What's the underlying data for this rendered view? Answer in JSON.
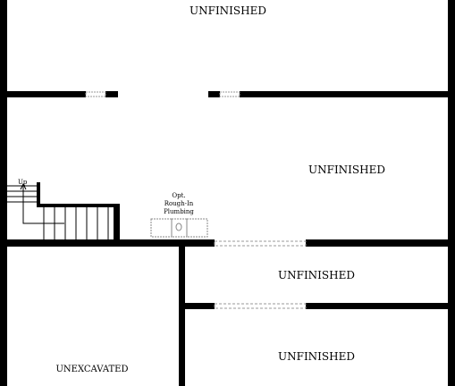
{
  "rooms": {
    "top": "UNFINISHED",
    "middle_right": "UNFINISHED",
    "lower_right": "UNFINISHED",
    "bottom_right": "UNFINISHED",
    "bottom_left": "UNEXCAVATED"
  },
  "stairs": {
    "up_label": "Up"
  },
  "plumbing": {
    "line1": "Opt.",
    "line2": "Rough-In",
    "line3": "Plumbing"
  }
}
